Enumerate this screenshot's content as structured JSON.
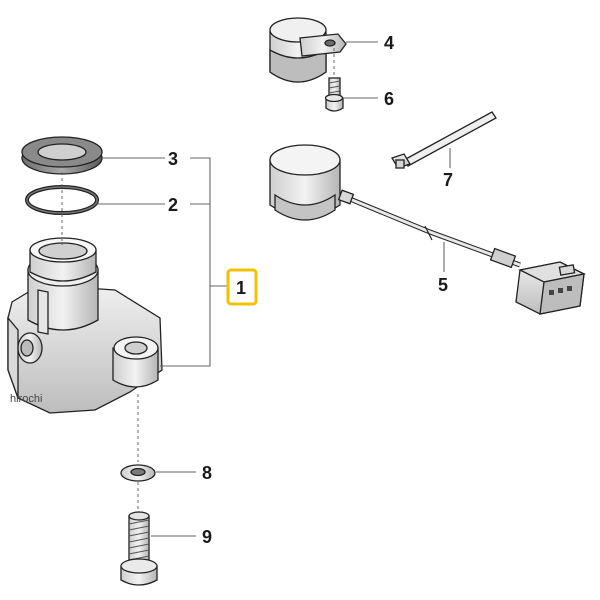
{
  "diagram": {
    "callouts": {
      "c1": "1",
      "c2": "2",
      "c3": "3",
      "c4": "4",
      "c5": "5",
      "c6": "6",
      "c7": "7",
      "c8": "8",
      "c9": "9"
    },
    "highlighted_callout": "1",
    "highlight_color": "#f2c200",
    "watermark": "hirochi"
  }
}
